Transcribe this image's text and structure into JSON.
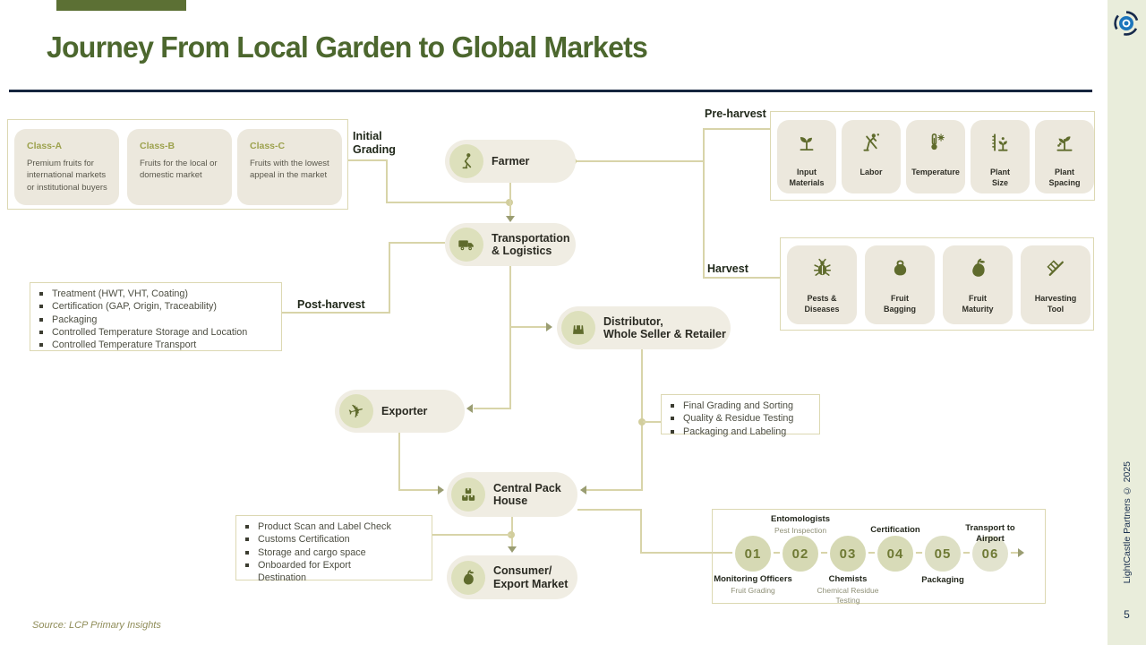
{
  "page": {
    "title": "Journey From Local Garden to Global Markets",
    "source": "Source: LCP Primary Insights",
    "page_number": "5",
    "credit": "LightCastle Partners © 2025"
  },
  "colors": {
    "accent_green": "#5C7034",
    "title_green": "#4C672E",
    "navy": "#15253E",
    "pill_beige": "#F0EDE3",
    "card_beige": "#ECE8DD",
    "icon_circle": "#DDE0BC",
    "icon_olive": "#5F6B2C",
    "line_tan": "#D8D4A9",
    "sidebar_bg": "#E9EDDB",
    "logo_blue": "#1B75BC"
  },
  "grading": {
    "label": "Initial\nGrading",
    "classes": [
      {
        "name": "Class-A",
        "desc": "Premium fruits for international markets or institutional buyers"
      },
      {
        "name": "Class-B",
        "desc": "Fruits for the local or domestic market"
      },
      {
        "name": "Class-C",
        "desc": "Fruits with the lowest appeal in the market"
      }
    ]
  },
  "flow": {
    "farmer": {
      "label": "Farmer",
      "icon": "farmer-icon"
    },
    "transportation": {
      "label": "Transportation\n& Logistics",
      "icon": "truck-icon"
    },
    "distributor": {
      "label": "Distributor,\nWhole Seller & Retailer",
      "icon": "shopping-bag-icon"
    },
    "exporter": {
      "label": "Exporter",
      "icon": "airplane-icon"
    },
    "central_pack": {
      "label": "Central Pack\nHouse",
      "icon": "package-icon"
    },
    "consumer": {
      "label": "Consumer/\nExport Market",
      "icon": "mango-icon"
    }
  },
  "preharvest": {
    "label": "Pre-harvest",
    "cards": [
      {
        "label": "Input\nMaterials",
        "icon": "seedling-icon"
      },
      {
        "label": "Labor",
        "icon": "worker-icon"
      },
      {
        "label": "Temperature",
        "icon": "thermometer-icon"
      },
      {
        "label": "Plant\nSize",
        "icon": "plant-size-icon"
      },
      {
        "label": "Plant\nSpacing",
        "icon": "plant-spacing-icon"
      }
    ]
  },
  "harvest": {
    "label": "Harvest",
    "cards": [
      {
        "label": "Pests &\nDiseases",
        "icon": "bug-icon"
      },
      {
        "label": "Fruit\nBagging",
        "icon": "sack-icon"
      },
      {
        "label": "Fruit\nMaturity",
        "icon": "mango-icon"
      },
      {
        "label": "Harvesting\nTool",
        "icon": "pitchfork-icon"
      }
    ]
  },
  "postharvest": {
    "label": "Post-harvest",
    "items": [
      "Treatment (HWT, VHT, Coating)",
      "Certification (GAP, Origin, Traceability)",
      "Packaging",
      "Controlled Temperature Storage and Location",
      "Controlled Temperature Transport"
    ]
  },
  "distributor_notes": {
    "items": [
      "Final Grading and Sorting",
      "Quality & Residue Testing",
      "Packaging and Labeling"
    ]
  },
  "export_notes": {
    "items": [
      "Product Scan and Label Check",
      "Customs Certification",
      "Storage and cargo space",
      "Onboarded for Export Destination"
    ]
  },
  "pack_process": {
    "steps": [
      {
        "num": "01",
        "title": "Monitoring Officers",
        "sub": "Fruit Grading"
      },
      {
        "num": "02",
        "title": "Entomologists",
        "sub": "Pest Inspection"
      },
      {
        "num": "03",
        "title": "Chemists",
        "sub": "Chemical Residue\nTesting"
      },
      {
        "num": "04",
        "title": "Certification",
        "sub": ""
      },
      {
        "num": "05",
        "title": "Packaging",
        "sub": ""
      },
      {
        "num": "06",
        "title": "Transport to\nAirport",
        "sub": ""
      }
    ]
  }
}
